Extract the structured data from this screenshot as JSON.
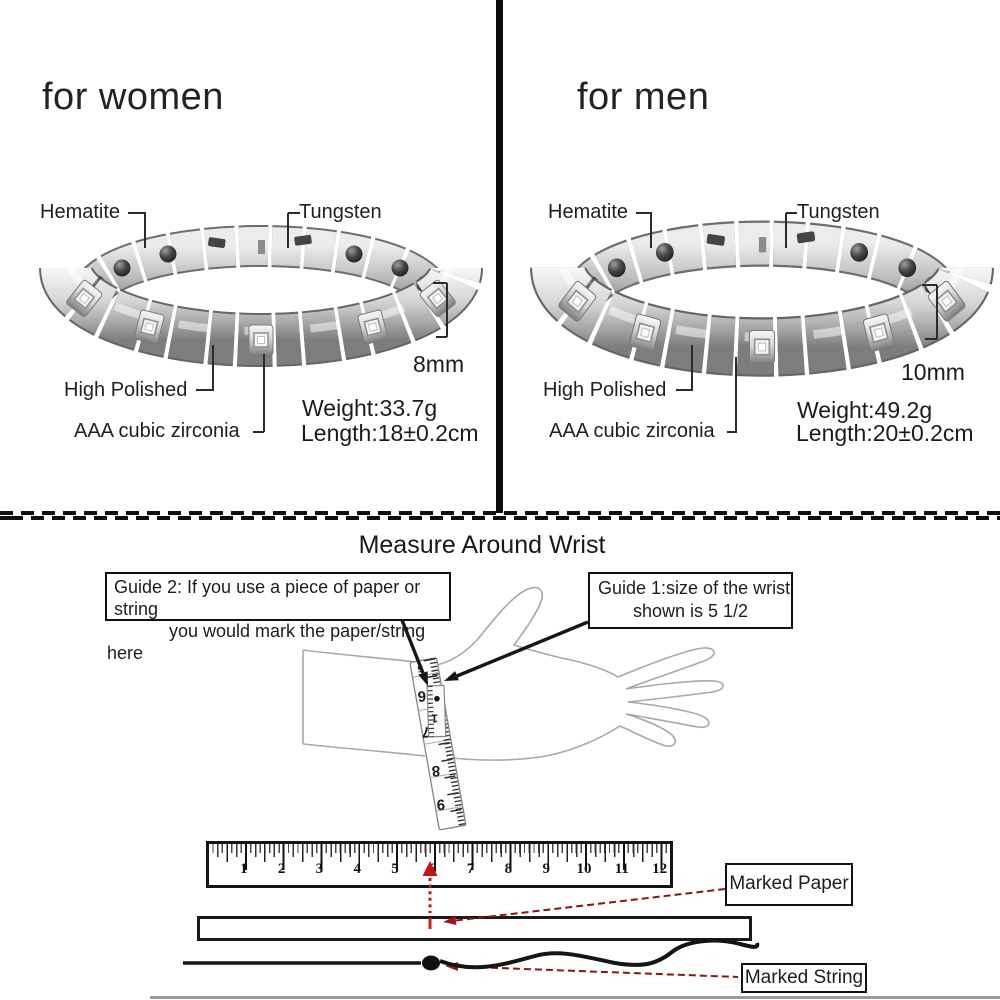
{
  "products": [
    {
      "title": "for women",
      "labels": {
        "hematite": "Hematite",
        "tungsten": "Tungsten",
        "high_polished": "High Polished",
        "zirconia": "AAA cubic zirconia"
      },
      "band_width": "8mm",
      "weight": "Weight:33.7g",
      "length": "Length:18±0.2cm"
    },
    {
      "title": "for men",
      "labels": {
        "hematite": "Hematite",
        "tungsten": "Tungsten",
        "high_polished": "High Polished",
        "zirconia": "AAA cubic zirconia"
      },
      "band_width": "10mm",
      "weight": "Weight:49.2g",
      "length": "Length:20±0.2cm"
    }
  ],
  "measure": {
    "title": "Measure Around Wrist",
    "guide2": {
      "line1": "Guide 2: If you use a piece of paper or string",
      "line2": "you would mark the paper/string here"
    },
    "guide1": {
      "line1": "Guide 1:size of the wrist",
      "line2": "shown is 5 1/2"
    },
    "ruler_numbers": [
      "1",
      "2",
      "3",
      "4",
      "5",
      "6",
      "7",
      "8",
      "9",
      "10",
      "11",
      "12"
    ],
    "band_numbers": [
      "5",
      "6",
      "7",
      "8",
      "9"
    ],
    "overlap_number": "1",
    "marked_paper": "Marked Paper",
    "marked_string": "Marked String"
  },
  "colors": {
    "accent_red": "#c41414",
    "dark_red": "#8b1414",
    "line_black": "#111111",
    "hand_outline": "#a8a8a8",
    "silver_light": "#f8f8f8",
    "silver_dark": "#7d7d7d"
  }
}
